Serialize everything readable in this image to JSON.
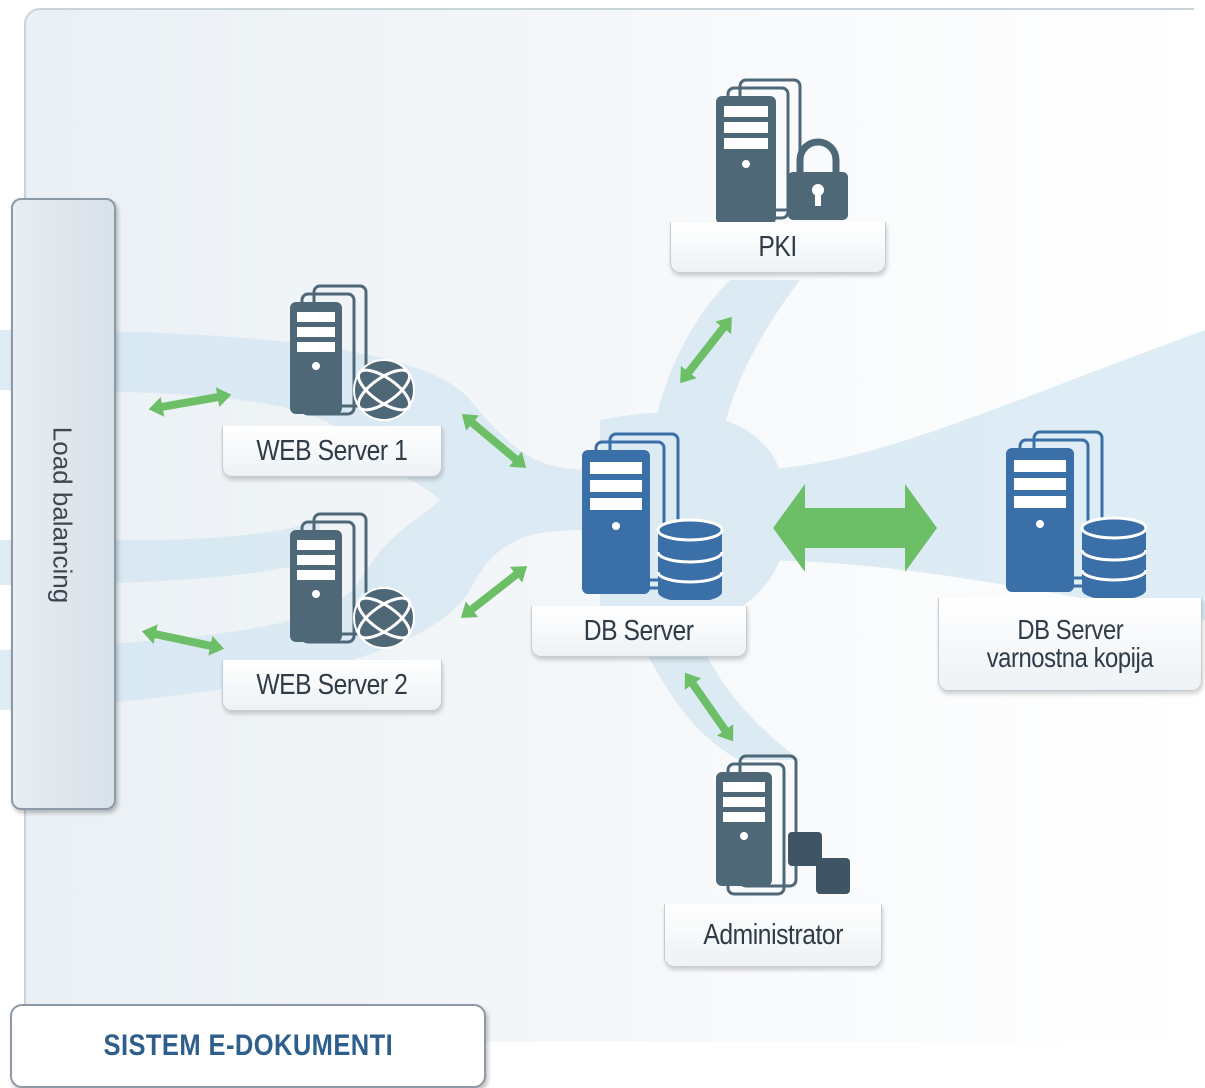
{
  "title": "SISTEM E-DOKUMENTI",
  "load_balancer": {
    "label": "Load balancing"
  },
  "nodes": {
    "web1": {
      "label": "WEB Server 1",
      "icon": "globe-icon"
    },
    "web2": {
      "label": "WEB Server 2",
      "icon": "globe-icon"
    },
    "db": {
      "label": "DB Server",
      "icon": "database-icon"
    },
    "db_backup": {
      "line1": "DB Server",
      "line2": "varnostna kopija",
      "icon": "database-icon"
    },
    "pki": {
      "label": "PKI",
      "icon": "lock-icon"
    },
    "admin": {
      "label": "Administrator",
      "icon": "windows-icon"
    }
  },
  "colors": {
    "server_dark": "#4f6878",
    "server_blue": "#3a6fa8",
    "arrow_green": "#6dbf67",
    "flow_blue": "#d3e6f1",
    "title_blue": "#2e5f8c"
  }
}
